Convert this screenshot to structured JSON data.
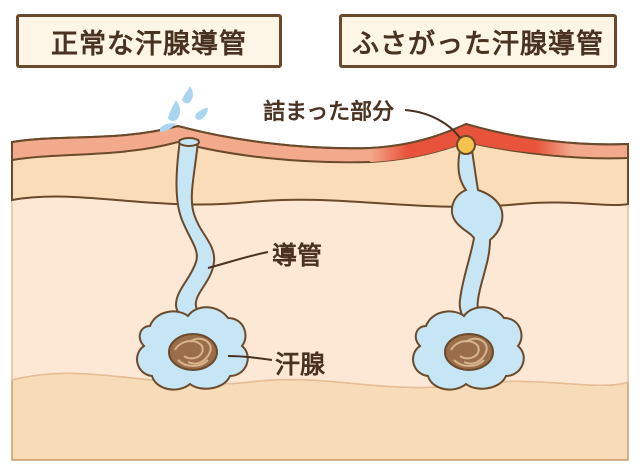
{
  "titles": {
    "normal": "正常な汗腺導管",
    "blocked": "ふさがった汗腺導管"
  },
  "labels": {
    "blocked_part": "詰まった部分",
    "duct": "導管",
    "sweat_gland": "汗腺"
  },
  "colors": {
    "outline": "#6b4a2b",
    "skin_surface": "#f2a98c",
    "inflamed": "#e8543b",
    "epidermis": "#fbdcb8",
    "dermis": "#fde8d5",
    "subcutis": "#f8dcb8",
    "duct_fill": "#c6e6f6",
    "gland_core": "#9a6e4a",
    "plug": "#f6c24e"
  }
}
